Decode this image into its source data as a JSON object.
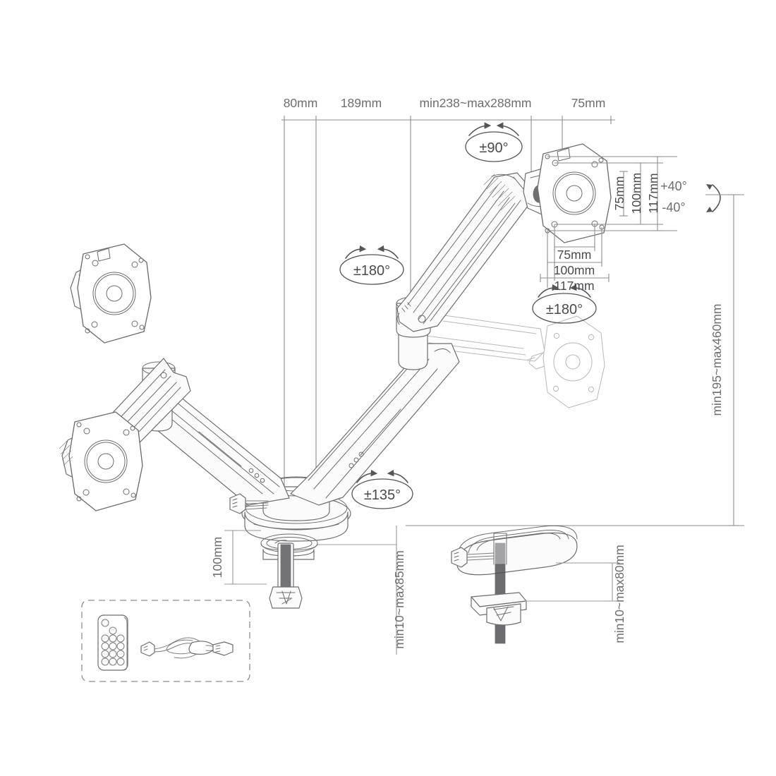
{
  "diagram": {
    "title": "Dual Monitor Gas Spring Desk Mount Technical Drawing",
    "line_color": "#6e6e72",
    "dim_color": "#8e8e92",
    "ghost_color": "#b9b9bd"
  },
  "top_dimensions": {
    "labels": [
      {
        "id": "d80",
        "text": "80mm"
      },
      {
        "id": "d189",
        "text": "189mm"
      },
      {
        "id": "dext",
        "text": "min238~max288mm"
      },
      {
        "id": "d75",
        "text": "75mm"
      }
    ]
  },
  "vesa": {
    "vertical": [
      {
        "id": "v75",
        "text": "75mm"
      },
      {
        "id": "v100",
        "text": "100mm"
      },
      {
        "id": "v117",
        "text": "117mm"
      }
    ],
    "horizontal": [
      {
        "id": "h75",
        "text": "75mm"
      },
      {
        "id": "h100",
        "text": "100mm"
      },
      {
        "id": "h117",
        "text": "117mm"
      }
    ]
  },
  "angles": {
    "pan_head": "±90°",
    "arm_rotation": "±180°",
    "head_rotation": "±180°",
    "base_rotation": "±135°",
    "tilt_up": "+40°",
    "tilt_down": "-40°"
  },
  "height_dimensions": {
    "vertical_range": "min195~max460mm",
    "clamp_offset": "100mm",
    "clamp_thickness": "min10~max85mm",
    "grommet_thickness": "min10~max80mm"
  },
  "accessories": {
    "items": [
      {
        "id": "remote",
        "name": "remote-control"
      },
      {
        "id": "cable",
        "name": "usb-cable-with-module"
      }
    ]
  }
}
